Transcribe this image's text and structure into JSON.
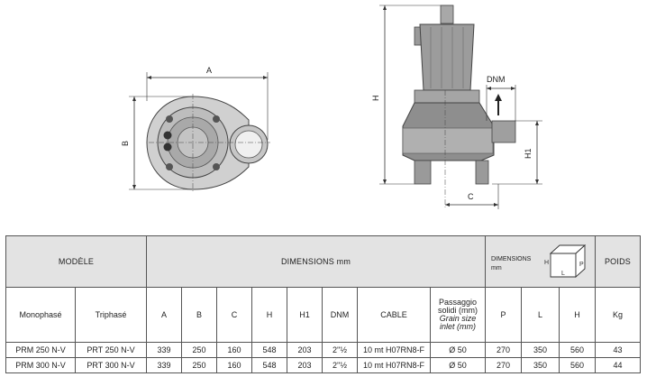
{
  "drawing": {
    "label_a": "A",
    "label_b": "B",
    "label_h": "H",
    "label_dnm": "DNM",
    "label_h1": "H1",
    "label_c": "C"
  },
  "table": {
    "modele": "MODÈLE",
    "dimensions": "DIMENSIONS",
    "dimensions_unit": "mm",
    "dimensions_box_1": "DIMENSIONS",
    "dimensions_box_2": "mm",
    "box_label_h": "H",
    "box_label_l": "L",
    "box_label_p": "P",
    "poids": "POIDS",
    "columns": {
      "monophase": "Monophasé",
      "triphase": "Triphasé",
      "a": "A",
      "b": "B",
      "c": "C",
      "h": "H",
      "h1": "H1",
      "dnm": "DNM",
      "cable": "CABLE",
      "passaggio_1": "Passaggio",
      "passaggio_2": "solidi (mm)",
      "grain_1": "Grain size",
      "grain_2": "inlet (mm)",
      "p": "P",
      "l": "L",
      "h_box": "H",
      "kg": "Kg"
    },
    "rows": [
      {
        "mono": "PRM 250 N-V",
        "tri": "PRT 250 N-V",
        "a": "339",
        "b": "250",
        "c": "160",
        "h": "548",
        "h1": "203",
        "dnm": "2''½",
        "cable": "10 mt H07RN8-F",
        "solids": "Ø 50",
        "p": "270",
        "l": "350",
        "hbox": "560",
        "kg": "43"
      },
      {
        "mono": "PRM 300 N-V",
        "tri": "PRT 300 N-V",
        "a": "339",
        "b": "250",
        "c": "160",
        "h": "548",
        "h1": "203",
        "dnm": "2''½",
        "cable": "10 mt H07RN8-F",
        "solids": "Ø 50",
        "p": "270",
        "l": "350",
        "hbox": "560",
        "kg": "44"
      }
    ]
  }
}
